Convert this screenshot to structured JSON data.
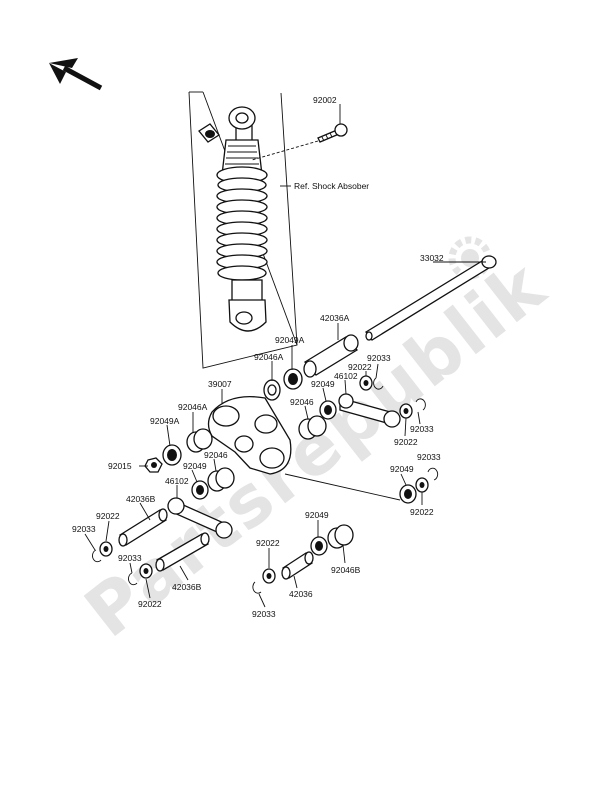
{
  "watermark": "Partsrepublik",
  "colors": {
    "ink": "#111111",
    "watermark": "#e4e4e4",
    "background": "#ffffff"
  },
  "icons": {
    "direction": "front-arrow-icon",
    "gear": "gear-icon"
  },
  "reference_note": "Ref. Shock Absober",
  "part_labels": {
    "p92002": "92002",
    "p33032": "33032",
    "p42036a": "42036A",
    "p92049a_top": "92049A",
    "p92046a_top": "92046A",
    "p92033_r1": "92033",
    "p92022_r1": "92022",
    "p46102_r": "46102",
    "p92049_r1": "92049",
    "p39007": "39007",
    "p92046a_left": "92046A",
    "p92046_mid": "92046",
    "p92049a_left": "92049A",
    "p92022_r2": "92022",
    "p92033_r2": "92033",
    "p92015": "92015",
    "p92046_left": "92046",
    "p92049_left": "92049",
    "p92033_r3": "92033",
    "p92049_r3": "92049",
    "p46102_l": "46102",
    "p92022_r3": "92022",
    "p42036b_top": "42036B",
    "p92033_l1": "92033",
    "p92022_l1": "92022",
    "p92049_bot": "92049",
    "p92022_bot": "92022",
    "p92046b": "92046B",
    "p92033_l2": "92033",
    "p42036b_bot": "42036B",
    "p92022_l2": "92022",
    "p42036": "42036",
    "p92033_bot": "92033"
  }
}
